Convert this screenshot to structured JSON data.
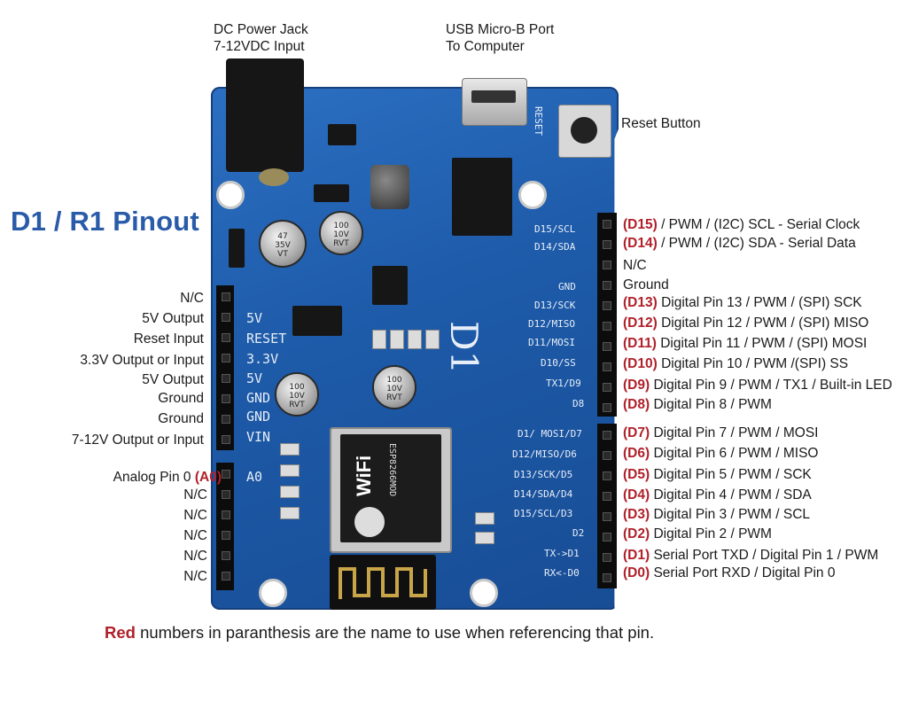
{
  "title": "D1 / R1 Pinout",
  "top_labels": {
    "power_jack": [
      "DC Power Jack",
      "7-12VDC Input"
    ],
    "usb": [
      "USB Micro-B Port",
      "To Computer"
    ],
    "reset_button": "Reset Button"
  },
  "left_labels": [
    {
      "text": "N/C"
    },
    {
      "text": "5V Output"
    },
    {
      "text": "Reset Input"
    },
    {
      "text": "3.3V Output or Input"
    },
    {
      "text": "5V Output"
    },
    {
      "text": "Ground"
    },
    {
      "text": "Ground"
    },
    {
      "text": "7-12V Output or Input"
    }
  ],
  "left_analog": [
    {
      "pre": "Analog Pin 0 ",
      "red": "(A0)"
    },
    {
      "pre": "N/C",
      "red": ""
    },
    {
      "pre": "N/C",
      "red": ""
    },
    {
      "pre": "N/C",
      "red": ""
    },
    {
      "pre": "N/C",
      "red": ""
    },
    {
      "pre": "N/C",
      "red": ""
    }
  ],
  "right_upper": [
    {
      "red": "(D15)",
      "text": " / PWM / (I2C) SCL - Serial Clock"
    },
    {
      "red": "(D14)",
      "text": " / PWM / (I2C) SDA - Serial Data"
    },
    {
      "red": "",
      "text": "N/C"
    },
    {
      "red": "",
      "text": "Ground"
    },
    {
      "red": "(D13)",
      "text": " Digital Pin 13 / PWM / (SPI) SCK"
    },
    {
      "red": "(D12)",
      "text": " Digital Pin 12 /  PWM / (SPI) MISO"
    },
    {
      "red": "(D11)",
      "text": " Digital Pin 11 / PWM / (SPI) MOSI"
    },
    {
      "red": "(D10)",
      "text": " Digital Pin 10 / PWM /(SPI) SS"
    },
    {
      "red": "(D9)",
      "text": " Digital Pin 9 / PWM / TX1 / Built-in LED"
    },
    {
      "red": "(D8)",
      "text": " Digital Pin 8 / PWM"
    }
  ],
  "right_lower": [
    {
      "red": "(D7)",
      "text": " Digital Pin 7 / PWM / MOSI"
    },
    {
      "red": "(D6)",
      "text": " Digital Pin 6 / PWM / MISO"
    },
    {
      "red": "(D5)",
      "text": " Digital Pin 5 / PWM / SCK"
    },
    {
      "red": "(D4)",
      "text": " Digital Pin 4 / PWM / SDA"
    },
    {
      "red": "(D3)",
      "text": " Digital Pin 3 / PWM / SCL"
    },
    {
      "red": "(D2)",
      "text": " Digital Pin 2 / PWM"
    },
    {
      "red": "(D1)",
      "text": " Serial Port TXD / Digital Pin 1 / PWM"
    },
    {
      "red": "(D0)",
      "text": " Serial Port RXD / Digital Pin 0"
    }
  ],
  "board_silk": {
    "left_power": [
      "5V",
      "RESET",
      "3.3V",
      "5V",
      "GND",
      "GND",
      "VIN"
    ],
    "left_analog": "A0",
    "right_upper": [
      "D15/SCL",
      "D14/SDA",
      "GND",
      "D13/SCK",
      "D12/MISO",
      "D11/MOSI",
      "D10/SS",
      "TX1/D9",
      "D8"
    ],
    "right_lower": [
      "D1/ MOSI/D7",
      "D12/MISO/D6",
      "D13/SCK/D5",
      "D14/SDA/D4",
      "D15/SCL/D3",
      "D2",
      "TX->D1",
      "RX<-D0"
    ],
    "reset": "RESET",
    "board_name": "D1",
    "wifi": "WiFi",
    "module": "ESP8266MOD",
    "cap_100": [
      "100",
      "10V",
      "RVT"
    ],
    "cap_47": [
      "47",
      "35V",
      "VT"
    ]
  },
  "footer": {
    "red": "Red",
    "text": " numbers in paranthesis are the name to use when referencing that pin."
  }
}
